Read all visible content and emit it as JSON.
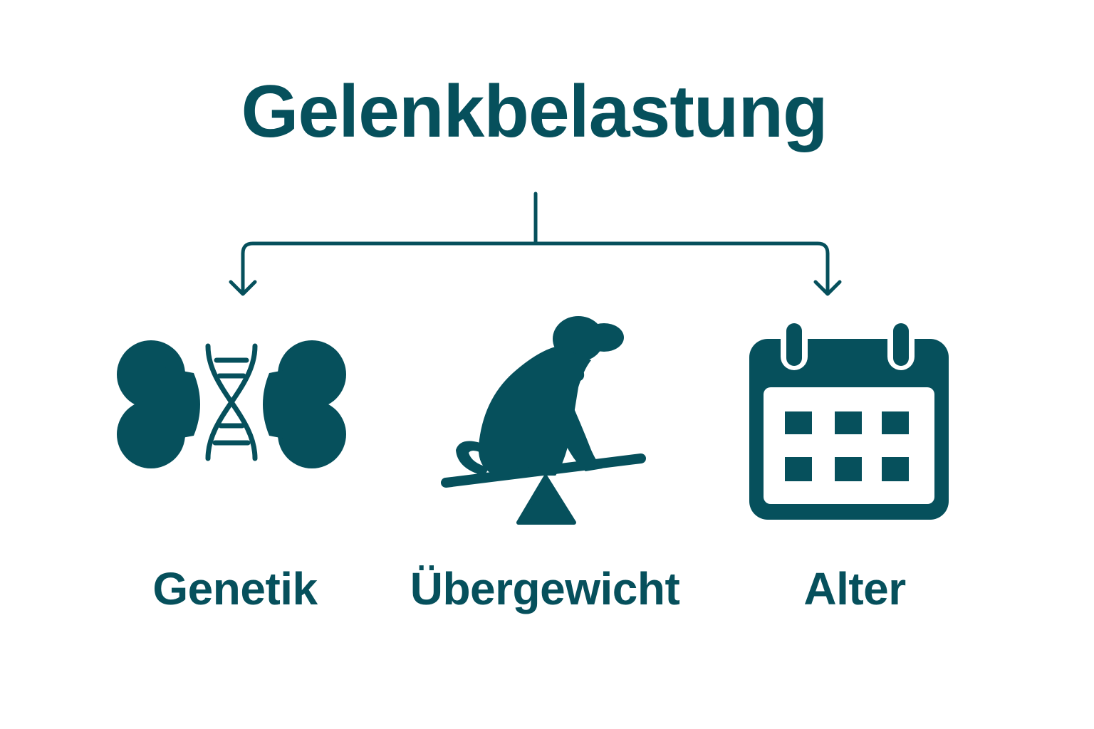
{
  "title": "Gelenkbelastung",
  "colors": {
    "primary": "#06505c",
    "background": "#ffffff"
  },
  "factors": [
    {
      "label": "Genetik",
      "icon": "bone-dna-icon"
    },
    {
      "label": "Übergewicht",
      "icon": "dog-on-seesaw-icon"
    },
    {
      "label": "Alter",
      "icon": "calendar-icon"
    }
  ]
}
